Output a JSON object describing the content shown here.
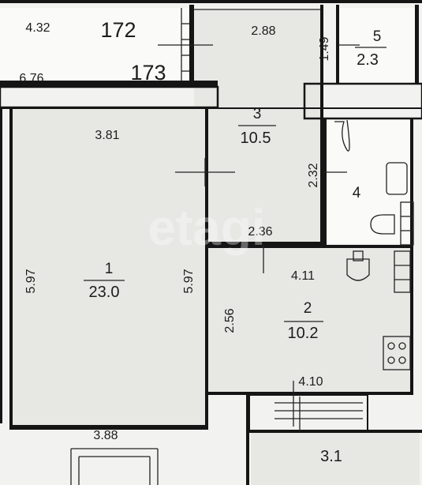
{
  "plan": {
    "apartment_numbers": [
      "172",
      "173"
    ],
    "top_dimensions": {
      "left_upper": "4.32",
      "left_lower": "6.76",
      "hall_width": "2.88",
      "wc_depth": "1.49"
    },
    "rooms": [
      {
        "number": "1",
        "area": "23.0",
        "width_top": "3.81",
        "width_bottom": "3.88",
        "depth_left": "5.97",
        "depth_right": "5.97"
      },
      {
        "number": "2",
        "area": "10.2",
        "width_top": "4.11",
        "width_bottom": "4.10",
        "depth": "2.56"
      },
      {
        "number": "3",
        "area": "10.5",
        "width": "2.36",
        "depth": "2.32"
      },
      {
        "number": "4"
      },
      {
        "number": "5",
        "area": "2.3"
      }
    ],
    "balcony_area": "3.1",
    "watermark": "etagi"
  }
}
